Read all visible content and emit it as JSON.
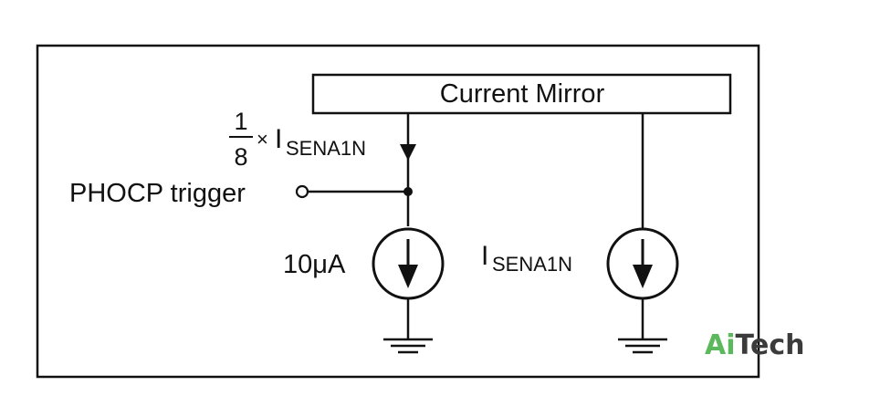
{
  "diagram": {
    "mirror_label": "Current Mirror",
    "fraction_numerator": "1",
    "fraction_denominator": "8",
    "times_symbol": "×",
    "left_current_main": "I",
    "left_current_sub": "SENA1N",
    "trigger_label": "PHOCP trigger",
    "left_source_label": "10μA",
    "right_source_main": "I",
    "right_source_sub": "SENA1N"
  },
  "watermark": {
    "part1": "Ai",
    "part2": "Tech",
    "color_part1": "#5cb85c",
    "color_part2": "#3b3b3b"
  }
}
